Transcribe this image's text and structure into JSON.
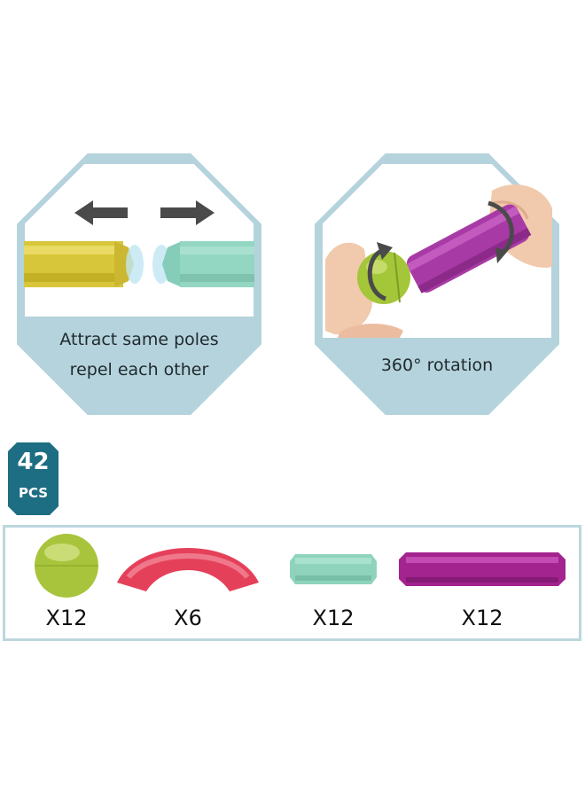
{
  "panels": [
    {
      "lines": [
        "Attract same poles",
        "repel each other"
      ]
    },
    {
      "lines": [
        "360° rotation"
      ]
    }
  ],
  "badge": {
    "number": "42",
    "unit": "PCS"
  },
  "pieces": [
    {
      "count": "X12",
      "icon": "green-ball-icon"
    },
    {
      "count": "X6",
      "icon": "red-curved-connector-icon"
    },
    {
      "count": "X12",
      "icon": "teal-short-rod-icon"
    },
    {
      "count": "X12",
      "icon": "magenta-long-rod-icon"
    }
  ],
  "colors": {
    "panel_frame": "#bcd6de",
    "panel_fill": "#a9cbd5",
    "badge": "#1d6e82"
  }
}
